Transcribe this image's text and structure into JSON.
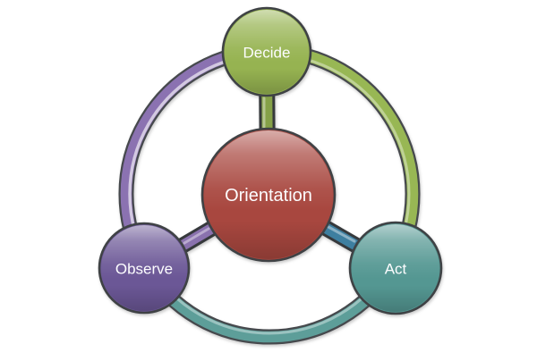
{
  "diagram": {
    "background_color": "#ffffff",
    "text_color": "#fdfdff",
    "nodes": {
      "center": {
        "label": "Orientation",
        "color": "#a8473f"
      },
      "top": {
        "label": "Decide",
        "color": "#96b351"
      },
      "left": {
        "label": "Observe",
        "color": "#6b5796"
      },
      "right": {
        "label": "Act",
        "color": "#549792"
      }
    },
    "spokes": {
      "top": {
        "color": "#85a148"
      },
      "left": {
        "color": "#8a72ae"
      },
      "right": {
        "color": "#3e7fa0"
      }
    },
    "arcs": {
      "left": {
        "color": "#8b72b1"
      },
      "right": {
        "color": "#98b754"
      },
      "bottom": {
        "color": "#5d9e99"
      }
    }
  }
}
